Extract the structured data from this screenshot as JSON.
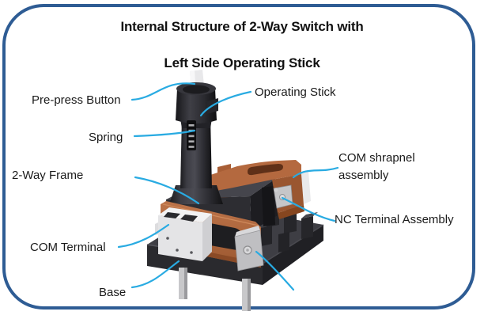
{
  "title": {
    "line1": "Internal Structure of 2-Way Switch with",
    "line2": "Left Side Operating Stick"
  },
  "labels": {
    "pre_press_button": "Pre-press Button",
    "operating_stick": "Operating Stick",
    "spring": "Spring",
    "two_way_frame": "2-Way Frame",
    "com_shrapnel_assembly": "COM shrapnel assembly",
    "nc_terminal_assembly": "NC Terminal Assembly",
    "com_terminal": "COM Terminal",
    "base": "Base"
  },
  "colors": {
    "accent": "#29ABE2",
    "frame": "#2E5C94",
    "copper": "#B4693F",
    "copper-dark": "#9A5630",
    "plastic": "#ECECEE",
    "metal": "#C3C3C6",
    "body-dark": "#2D2D32"
  }
}
